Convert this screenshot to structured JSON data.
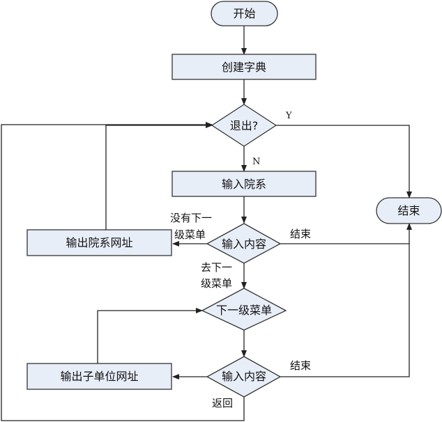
{
  "diagram": {
    "nodes": {
      "start": "开始",
      "create_dict": "创建字典",
      "exit_q": "退出?",
      "input_dept": "输入院系",
      "end": "结束",
      "output_dept_url": "输出院系网址",
      "input_content_1": "输入内容",
      "next_menu": "下一级菜单",
      "output_unit_url": "输出子单位网址",
      "input_content_2": "输入内容"
    },
    "labels": {
      "yes": "Y",
      "no": "N",
      "no_submenu_line1": "没有下一",
      "no_submenu_line2": "级菜单",
      "end_1": "结束",
      "goto_submenu_line1": "去下一",
      "goto_submenu_line2": "级菜单",
      "end_2": "结束",
      "back": "返回"
    },
    "colors": {
      "box_fill": "#e8eef8",
      "stroke": "#333333"
    }
  }
}
